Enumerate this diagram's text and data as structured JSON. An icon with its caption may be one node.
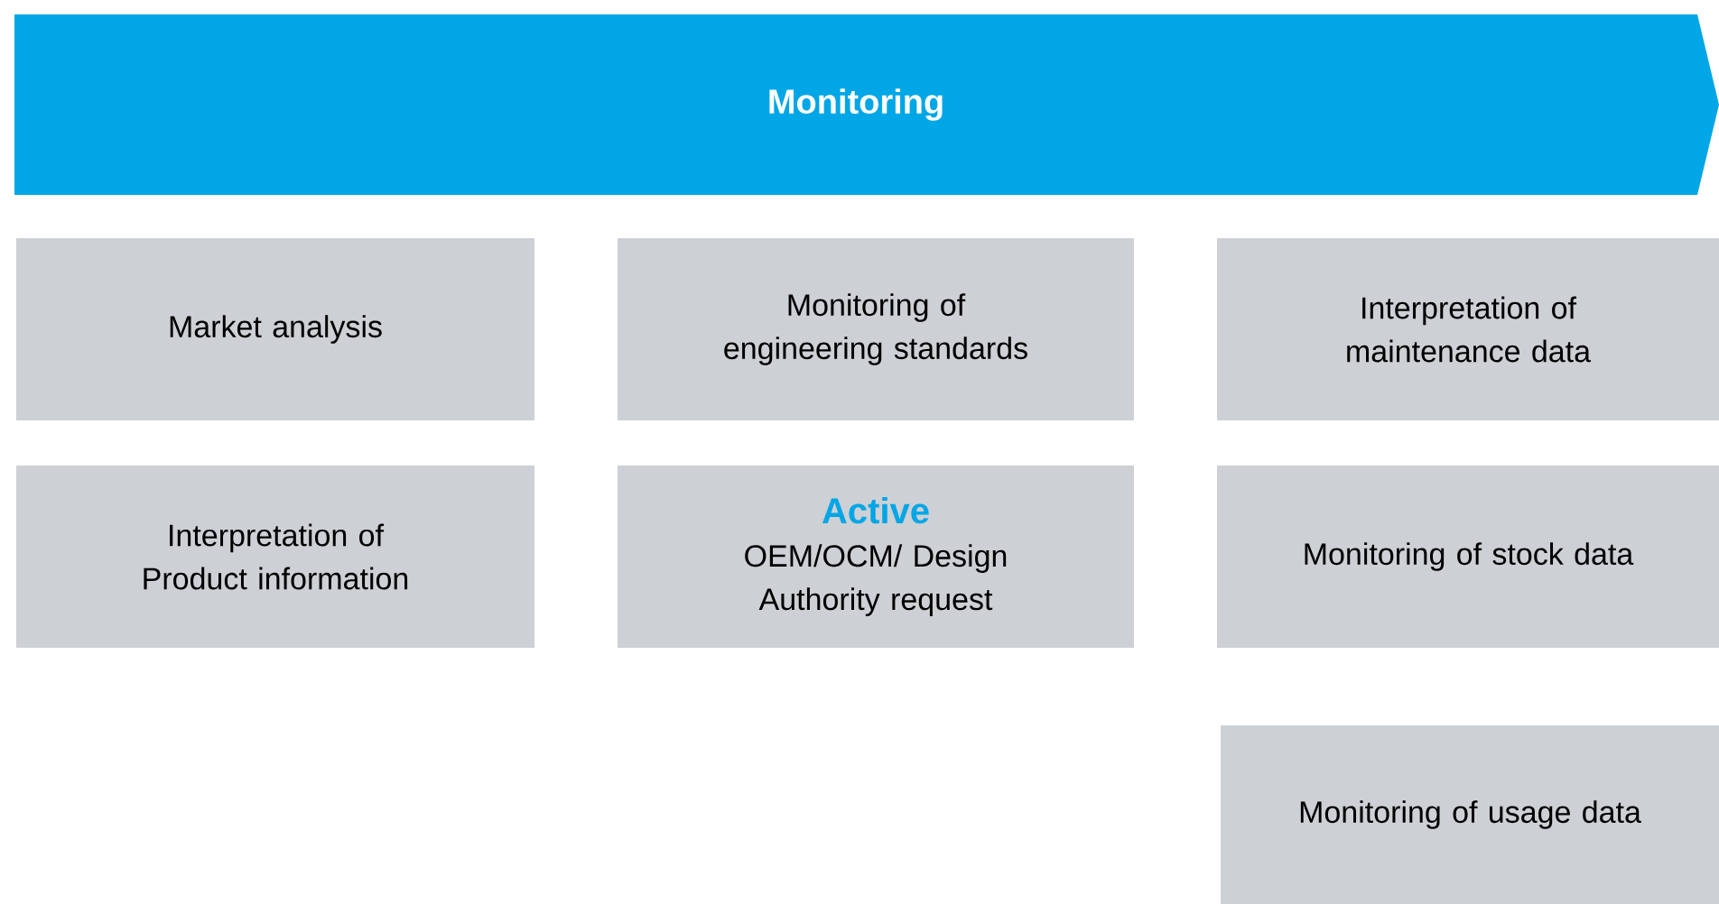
{
  "diagram": {
    "nodes": [
      {
        "text": [
          "Monitoring"
        ]
      },
      {
        "text": [
          "Market analysis"
        ]
      },
      {
        "text": [
          "Monitoring of engineering standards"
        ]
      },
      {
        "text": [
          "Interpretation of maintenance data"
        ]
      },
      {
        "text": [
          "Interpretation of Product information"
        ]
      },
      {
        "text": [
          "Active",
          "OEM/OCM/ Design Authority request"
        ]
      },
      {
        "text": [
          "Monitoring of stock data"
        ]
      },
      {
        "text": [
          "Monitoring of usage data"
        ]
      }
    ]
  }
}
